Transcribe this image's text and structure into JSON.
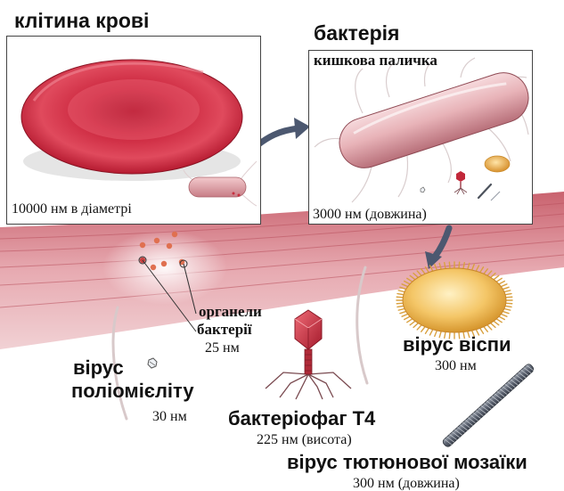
{
  "title_blood": "клітина крові",
  "title_bacteria": "бактерія",
  "subtitle_bacteria": "кишкова паличка",
  "blood_size": "10000 нм в діаметрі",
  "bacteria_size": "3000 нм (довжина)",
  "organelles_label_1": "органели",
  "organelles_label_2": "бактерії",
  "organelles_size": "25 нм",
  "polio_label_1": "вірус",
  "polio_label_2": "поліомієліту",
  "polio_size": "30 нм",
  "smallpox_label": "вірус віспи",
  "smallpox_size": "300 нм",
  "phage_label": "бактеріофаг Т4",
  "phage_size": "225 нм (висота)",
  "tmv_label": "вірус тютюнової мозаїки",
  "tmv_size": "300 нм (довжина)",
  "colors": {
    "blood_cell": "#d2283f",
    "tissue": "#e3a5ac",
    "bacterium": "#e5b2b6",
    "smallpox": "#f0c060",
    "phage": "#c82a3a",
    "tmv": "#6a6f7a"
  }
}
